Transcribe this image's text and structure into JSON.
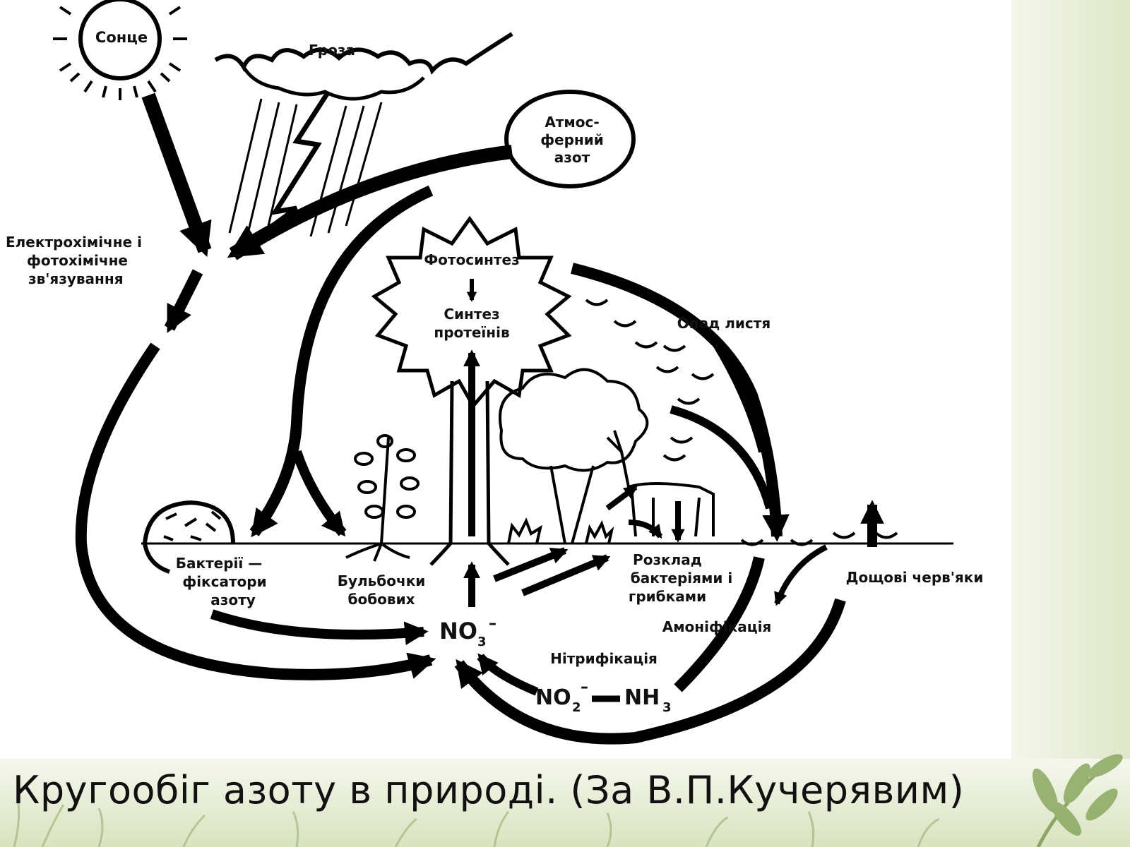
{
  "slide": {
    "caption": "Кругообіг азоту в природі. (За В.П.Кучерявим)",
    "colors": {
      "background": "#f2f5e8",
      "panel": "#ffffff",
      "ink": "#000000",
      "leaf_green": "#8aa860"
    }
  },
  "diagram": {
    "nodes": {
      "sun": "Сонце",
      "storm": "Гроза",
      "atmospheric_line1": "Атмос-",
      "atmospheric_line2": "ферний",
      "atmospheric_line3": "азот",
      "fixation_line1": "Електрохімічне і",
      "fixation_line2": "фотохімічне",
      "fixation_line3": "зв'язування",
      "photosynthesis": "Фотосинтез",
      "protein_line1": "Синтез",
      "protein_line2": "протеїнів",
      "leaf_fall": "Опад листя",
      "bacteria_line1": "Бактерії —",
      "bacteria_line2": "фіксатори",
      "bacteria_line3": "азоту",
      "nodules_line1": "Бульбочки",
      "nodules_line2": "бобових",
      "decomp_line1": "Розклад",
      "decomp_line2": "бактеріями і",
      "decomp_line3": "грибками",
      "earthworms": "Дощові черв'яки",
      "ammonification": "Амоніфікація",
      "nitrification": "Нітрифікація",
      "no3": "NO",
      "no3_sub": "3",
      "no3_sup": "–",
      "no2": "NO",
      "no2_sub": "2",
      "no2_sup": "–",
      "nh3": "NH",
      "nh3_sub": "3"
    }
  }
}
